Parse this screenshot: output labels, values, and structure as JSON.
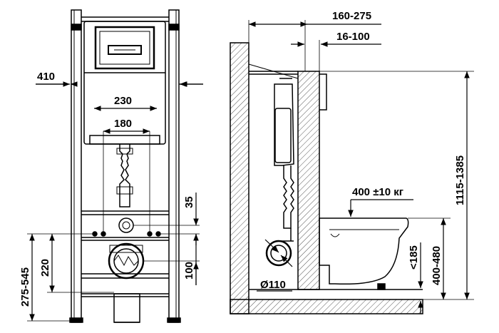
{
  "front_view": {
    "width_frame": "410",
    "width_tank": "230",
    "width_studs": "180",
    "height_offset": "35",
    "height_outlet": "100",
    "height_studs": "220",
    "height_range": "275-545"
  },
  "side_view": {
    "depth_range": "160-275",
    "depth_small": "16-100",
    "height_total": "1115-1385",
    "load": "400 ±10 кг",
    "height_bowl": "400-480",
    "height_lt": "<185",
    "pipe_diameter": "Ø110"
  }
}
